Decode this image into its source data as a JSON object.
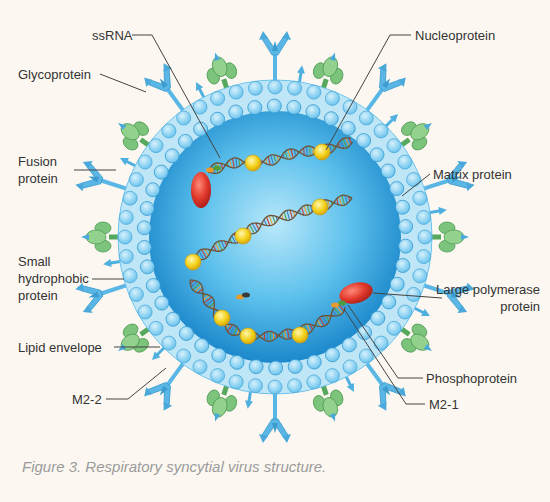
{
  "diagram": {
    "caption": "Figure 3. Respiratory syncytial virus structure.",
    "labels": [
      "ssRNA",
      "Nucleoprotein",
      "Glycoprotein",
      "Fusion protein",
      "Matrix protein",
      "Small hydrophobic protein",
      "Lipid envelope",
      "Large polymerase protein",
      "Phosphoprotein",
      "M2-2",
      "M2-1"
    ]
  }
}
